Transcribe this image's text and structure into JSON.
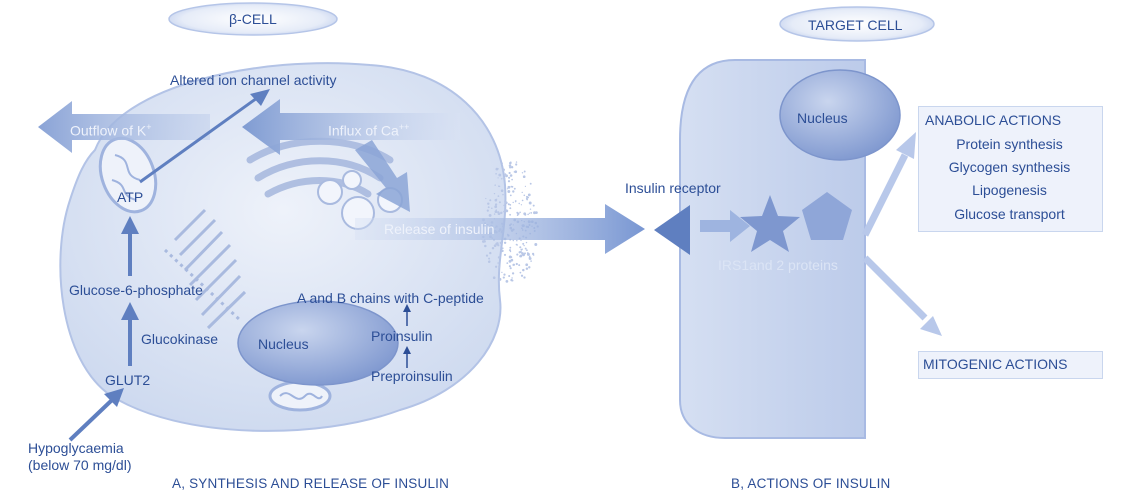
{
  "beta_cell": {
    "title": "β-CELL",
    "altered_ion": "Altered ion channel activity",
    "outflow": "Outflow of K",
    "outflow_sup": "+",
    "influx": "Influx of Ca",
    "influx_sup": "++",
    "atp": "ATP",
    "release": "Release of insulin",
    "g6p": "Glucose-6-phosphate",
    "glucokinase": "Glucokinase",
    "nucleus": "Nucleus",
    "ab_chains": "A and B chains with C-peptide",
    "proinsulin": "Proinsulin",
    "preproinsulin": "Preproinsulin",
    "glut2": "GLUT2",
    "hypo_line1": "Hypoglycaemia",
    "hypo_line2": "(below 70 mg/dl)"
  },
  "target_cell": {
    "title": "TARGET CELL",
    "nucleus": "Nucleus",
    "insulin_receptor": "Insulin receptor",
    "irs": "IRS1and 2 proteins",
    "anabolic": {
      "title": "ANABOLIC ACTIONS",
      "items": [
        "Protein synthesis",
        "Glycogen synthesis",
        "Lipogenesis",
        "Glucose transport"
      ]
    },
    "mitogenic": "MITOGENIC ACTIONS"
  },
  "captions": {
    "a": "A, SYNTHESIS AND RELEASE OF INSULIN",
    "b": "B, ACTIONS OF INSULIN"
  },
  "colors": {
    "label": "#2c4e96",
    "arrow": "#7f9bd2",
    "arrow_dark": "#5f7fc0",
    "cell_fill": "#dde5f4",
    "cell_stroke": "#9bb0dc",
    "nucleus": "#8fa6d8"
  }
}
